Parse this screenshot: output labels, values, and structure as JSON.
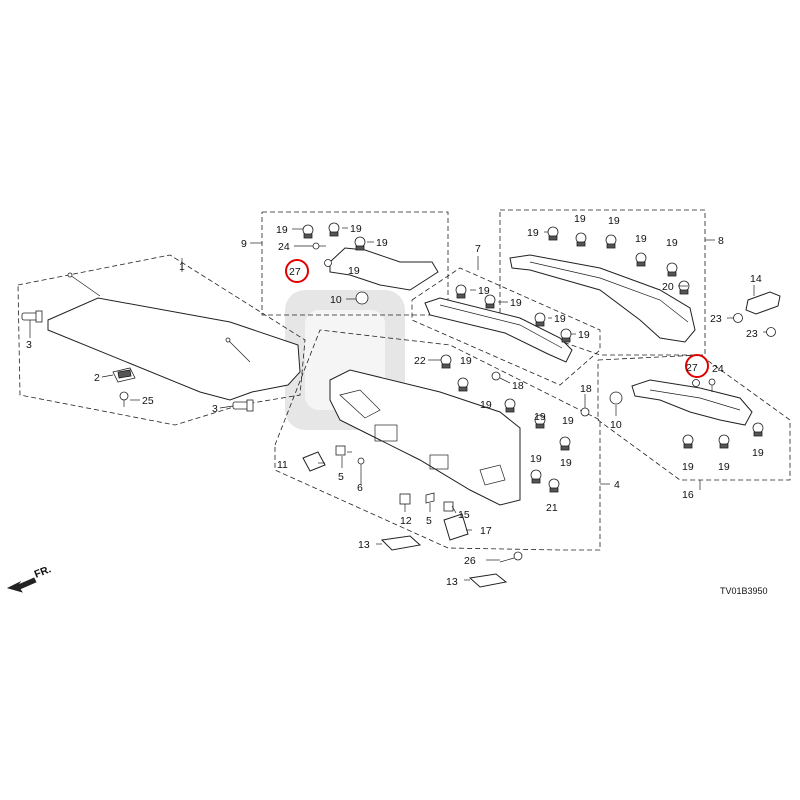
{
  "diagram": {
    "code": "TV01B3950",
    "front_arrow_text": "FR.",
    "highlight_color": "#e00000",
    "labels": {
      "n1": "1",
      "n2": "2",
      "n3a": "3",
      "n3b": "3",
      "n4": "4",
      "n5a": "5",
      "n5b": "5",
      "n6": "6",
      "n7": "7",
      "n8": "8",
      "n9": "9",
      "n10a": "10",
      "n10b": "10",
      "n11": "11",
      "n12": "12",
      "n13a": "13",
      "n13b": "13",
      "n14": "14",
      "n15": "15",
      "n16": "16",
      "n17": "17",
      "n18a": "18",
      "n18b": "18",
      "n19a": "19",
      "n19b": "19",
      "n19c": "19",
      "n19d": "19",
      "n19e": "19",
      "n19f": "19",
      "n19g": "19",
      "n19h": "19",
      "n19i": "19",
      "n19j": "19",
      "n19k": "19",
      "n19l": "19",
      "n19m": "19",
      "n19n": "19",
      "n19o": "19",
      "n19p": "19",
      "n19q": "19",
      "n19r": "19",
      "n19s": "19",
      "n19t": "19",
      "n19u": "19",
      "n19v": "19",
      "n20": "20",
      "n21": "21",
      "n22": "22",
      "n23a": "23",
      "n23b": "23",
      "n24a": "24",
      "n24b": "24",
      "n25": "25",
      "n26": "26",
      "n27a": "27",
      "n27b": "27"
    }
  }
}
